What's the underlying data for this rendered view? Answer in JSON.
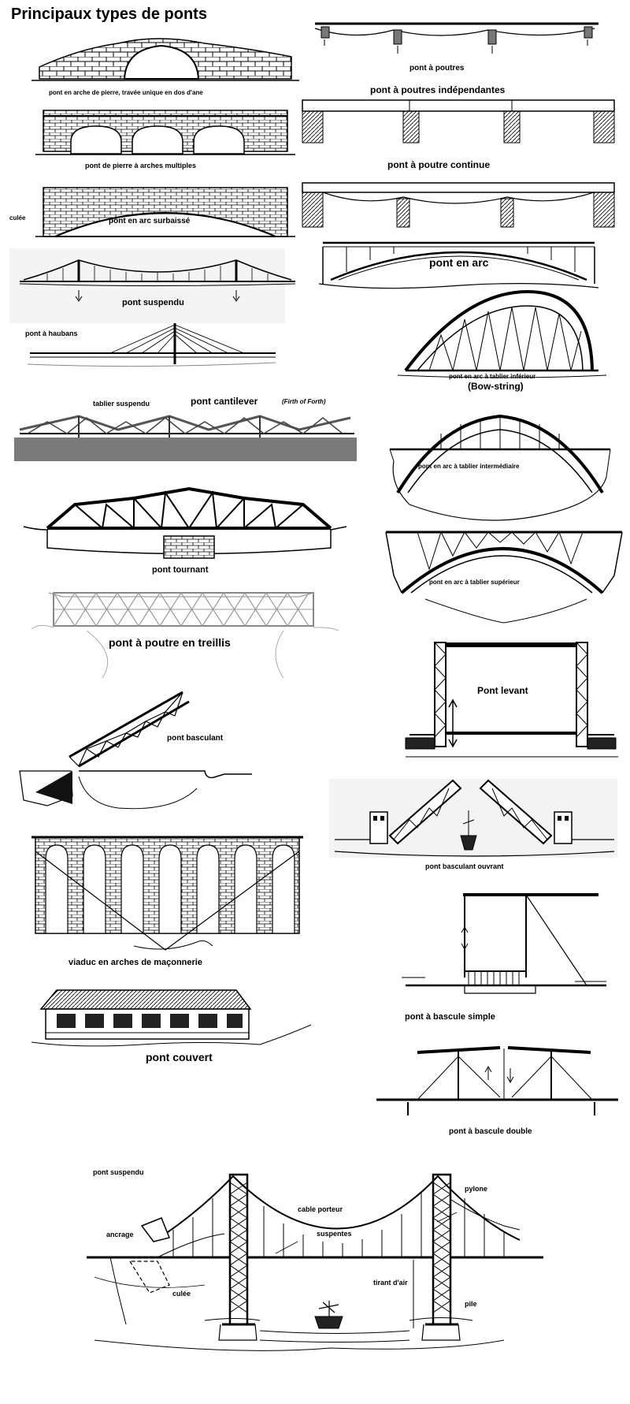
{
  "title": "Principaux types de ponts",
  "labels": {
    "stone_single": "pont en arche de pierre, travée unique en dos d'ane",
    "poutres": "pont à poutres",
    "poutres_indep": "pont à poutres indépendantes",
    "stone_multi": "pont de pierre à arches multiples",
    "poutre_continue": "pont à poutre continue",
    "culee_top": "culée",
    "arc_surbaisse": "pont en arc surbaissé",
    "arc": "pont en arc",
    "suspendu": "pont suspendu",
    "haubans": "pont à haubans",
    "tablier_inf": "pont en arc à tablier inférieur",
    "bowstring": "(Bow-string)",
    "tablier_suspendu": "tablier suspendu",
    "cantilever": "pont cantilever",
    "forth": "(Firth of Forth)",
    "tablier_inter": "pont en arc à tablier intermédiaire",
    "tournant": "pont tournant",
    "tablier_sup": "pont en arc à tablier supérieur",
    "treillis": "pont à poutre en treillis",
    "levant": "Pont levant",
    "basculant": "pont basculant",
    "basculant_ouvrant": "pont basculant ouvrant",
    "viaduc": "viaduc en arches de maçonnerie",
    "bascule_simple": "pont à bascule simple",
    "couvert": "pont couvert",
    "bascule_double": "pont à bascule double",
    "susp_diag_title": "pont suspendu",
    "cable_porteur": "cable porteur",
    "pylone": "pylone",
    "ancrage": "ancrage",
    "suspentes": "suspentes",
    "tirant_air": "tirant d'air",
    "culee_bottom": "culée",
    "pile": "pile"
  },
  "colors": {
    "ink": "#000000",
    "grey": "#8a8a8a",
    "light": "#bfbfbf"
  }
}
